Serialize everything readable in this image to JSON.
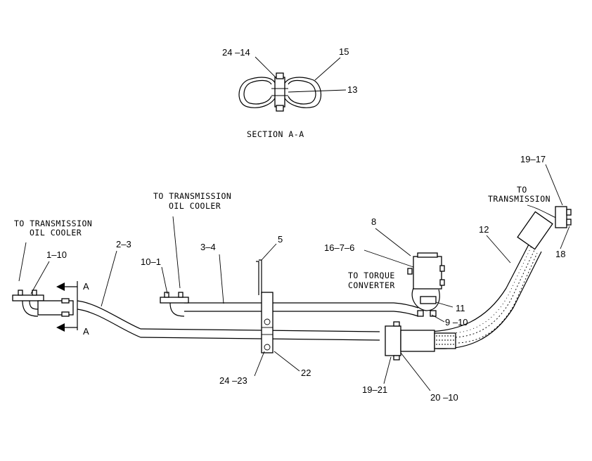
{
  "diagram": {
    "section_title": "SECTION A-A",
    "callouts": {
      "c_24_14": "24 –14",
      "c_15": "15",
      "c_13": "13",
      "c_19_17": "19–17",
      "c_18": "18",
      "c_12": "12",
      "c_8": "8",
      "c_16_7_6": "16–7–6",
      "c_5": "5",
      "c_3_4": "3–4",
      "c_2_3": "2–3",
      "c_1_10": "1–10",
      "c_10_1": "10–1",
      "c_11": "11",
      "c_9_10": "9 –10",
      "c_24_23": "24 –23",
      "c_22": "22",
      "c_19_21": "19–21",
      "c_20_10": "20 –10"
    },
    "notes": {
      "cooler_left_l1": "TO TRANSMISSION",
      "cooler_left_l2": "OIL COOLER",
      "cooler_mid_l1": "TO TRANSMISSION",
      "cooler_mid_l2": "OIL COOLER",
      "trans_l1": "TO",
      "trans_l2": "TRANSMISSION",
      "torque_l1": "TO TORQUE",
      "torque_l2": "CONVERTER"
    },
    "section_markers": {
      "upper": "A",
      "lower": "A"
    }
  }
}
